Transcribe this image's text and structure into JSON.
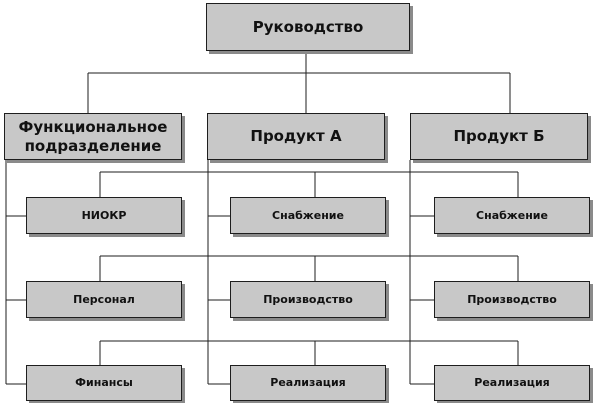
{
  "diagram": {
    "root": {
      "label": "Руководство"
    },
    "columns": [
      {
        "header": "Функциональное подразделение",
        "items": [
          "НИОКР",
          "Персонал",
          "Финансы"
        ]
      },
      {
        "header": "Продукт А",
        "items": [
          "Снабжение",
          "Производство",
          "Реализация"
        ]
      },
      {
        "header": "Продукт Б",
        "items": [
          "Снабжение",
          "Производство",
          "Реализация"
        ]
      }
    ]
  },
  "colors": {
    "box_fill": "#c8c8c8",
    "box_border": "#1e1e1e",
    "box_shadow": "#8a8a8a",
    "connector": "#1e1e1e"
  }
}
